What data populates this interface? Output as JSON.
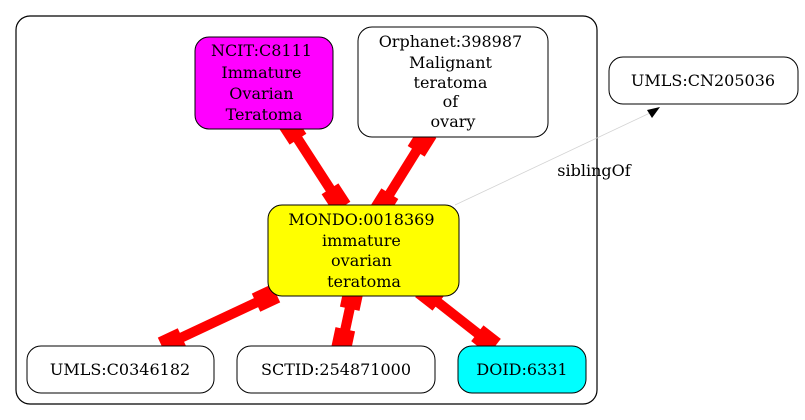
{
  "nodes": {
    "ncit": {
      "lines": [
        "NCIT:C8111",
        "Immature",
        "Ovarian",
        "Teratoma"
      ],
      "fill": "#ff00ff"
    },
    "orphanet": {
      "lines": [
        "Orphanet:398987",
        "Malignant",
        "teratoma",
        "of",
        "ovary"
      ],
      "fill": "#ffffff"
    },
    "mondo": {
      "lines": [
        "MONDO:0018369",
        "immature",
        "ovarian",
        "teratoma"
      ],
      "fill": "#ffff00"
    },
    "umls_cn": {
      "lines": [
        "UMLS:CN205036"
      ],
      "fill": "#ffffff"
    },
    "umls_c": {
      "lines": [
        "UMLS:C0346182"
      ],
      "fill": "#ffffff"
    },
    "sctid": {
      "lines": [
        "SCTID:254871000"
      ],
      "fill": "#ffffff"
    },
    "doid": {
      "lines": [
        "DOID:6331"
      ],
      "fill": "#00ffff"
    }
  },
  "edges": {
    "sibling": {
      "label": "siblingOf",
      "color": "#d3d3d3"
    },
    "equivalence_color": "#ff0000"
  }
}
